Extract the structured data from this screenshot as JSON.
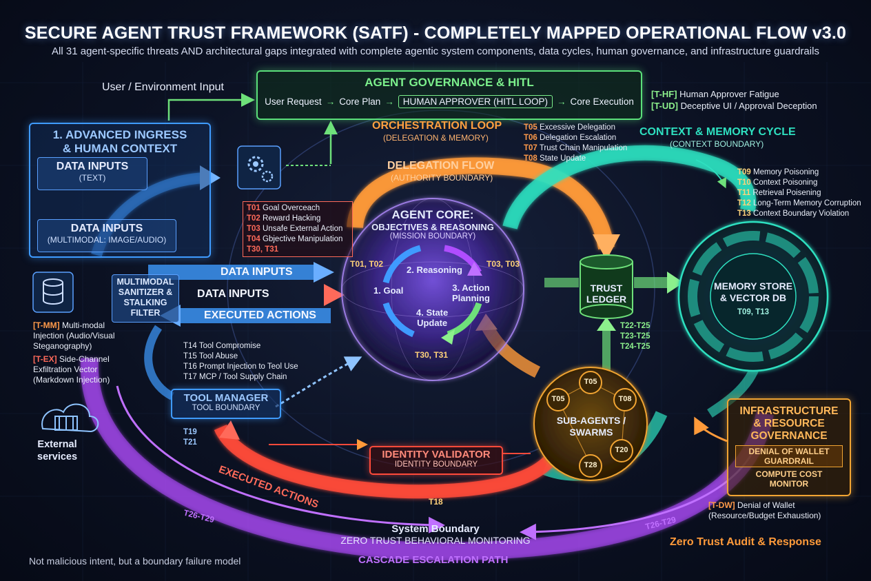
{
  "header": {
    "title": "SECURE AGENT TRUST FRAMEWORK (SATF) - COMPLETELY MAPPED OPERATIONAL FLOW v3.0",
    "subtitle": "All 31 agent-specific threats AND architectural gaps integrated with complete agentic system components, data cycles, human governance, and infrastructure guardrails"
  },
  "user_input_label": "User / Environment Input",
  "governance": {
    "title": "AGENT GOVERNANCE & HITL",
    "steps": [
      "User Request",
      "Core Plan",
      "HUMAN APPROVER (HITL LOOP)",
      "Core Execution"
    ],
    "threats": [
      {
        "code": "[T-HF]",
        "text": "Human Approver Fatigue"
      },
      {
        "code": "[T-UD]",
        "text": "Deceptive UI / Approval Deception"
      }
    ]
  },
  "ingress": {
    "title_line1": "1. ADVANCED INGRESS",
    "title_line2": "& HUMAN CONTEXT",
    "text_box": {
      "title": "DATA INPUTS",
      "sub": "(TEXT)"
    },
    "mm_box": {
      "title": "DATA INPUTS",
      "sub": "(MULTIMODAL: IMAGE/AUDIO)"
    }
  },
  "sanitizer": {
    "line1": "MULTIMODAL",
    "line2": "SANITIZER &",
    "line3": "STALKING",
    "line4": "FILTER"
  },
  "ingress_threats": [
    {
      "code": "[T-MM]",
      "lines": [
        "Multi-modal",
        "Injection (Audio/Visual",
        "Steganography)"
      ]
    },
    {
      "code": "[T-EX]",
      "lines": [
        "Side-Channel",
        "Exfiltration Vector",
        "(Markdown Injection)"
      ]
    }
  ],
  "flows": {
    "data_inputs_blue": "DATA INPUTS",
    "data_inputs_red": "DATA INPUTS",
    "executed_actions": "EXECUTED ACTIONS",
    "executed_actions_bottom": "EXECUTED ACTIONS"
  },
  "orchestration": {
    "title": "ORCHESTRATION LOOP",
    "sub": "(DELEGATION & MEMORY)",
    "threats": [
      {
        "code": "T05",
        "text": "Excessive Delegation"
      },
      {
        "code": "T06",
        "text": "Delegation Escalation"
      },
      {
        "code": "T07",
        "text": "Trust Chain Manipulation"
      },
      {
        "code": "T08",
        "text": "State Update"
      }
    ]
  },
  "delegation_flow": {
    "title": "DELEGATION FLOW",
    "sub": "(AUTHORITY BOUNDARY)"
  },
  "core_threats": [
    {
      "code": "T01",
      "text": "Goal Overceach"
    },
    {
      "code": "T02",
      "text": "Reward Hacking"
    },
    {
      "code": "T03",
      "text": "Unsafe External Action"
    },
    {
      "code": "T04",
      "text": "Gbjective Manipulation"
    },
    {
      "code": "T30, T31",
      "text": ""
    }
  ],
  "agent_core": {
    "title1": "AGENT CORE:",
    "title2": "OBJECTIVES & REASONING",
    "sub": "(MISSION BOUNDARY)",
    "tag_left": "T01, T02",
    "tag_right": "T03, T03",
    "tag_bottom": "T30, T31",
    "steps": {
      "goal": "1. Goal",
      "reasoning": "2. Reasoning",
      "action1": "3. Action",
      "action2": "Planning",
      "state1": "4. State",
      "state2": "Update"
    }
  },
  "tool_threats": [
    {
      "code": "T14",
      "text": "Tool Compromise"
    },
    {
      "code": "T15",
      "text": "Tool Abuse"
    },
    {
      "code": "T16",
      "text": "Prompt Injection to Teol Use"
    },
    {
      "code": "T17",
      "text": "MCP / Tool Supply Chain"
    }
  ],
  "tool_manager": {
    "title": "TOOL MANAGER",
    "sub": "TOOL BOUNDARY",
    "tags": [
      "T19",
      "T21"
    ]
  },
  "external_services": {
    "line1": "External",
    "line2": "services"
  },
  "identity": {
    "title": "IDENTITY VALIDATOR",
    "sub": "IDENTITY BOUNDARY",
    "tag": "T18"
  },
  "trust_ledger": {
    "line1": "TRUST",
    "line2": "LEDGER",
    "tags": [
      "T22-T25",
      "T23-T25",
      "T24-T25"
    ]
  },
  "context_cycle": {
    "title": "CONTEXT & MEMORY CYCLE",
    "sub": "(CONTEXT BOUNDARY)",
    "threats": [
      {
        "code": "T09",
        "text": "Memory Poisoning"
      },
      {
        "code": "T10",
        "text": "Context Poisoning"
      },
      {
        "code": "T11",
        "text": "Retrieval Poisening"
      },
      {
        "code": "T12",
        "text": "Long-Term Memory Corruption"
      },
      {
        "code": "T13",
        "text": "Context Boundary Violation"
      }
    ]
  },
  "memory_store": {
    "line1": "MEMORY STORE",
    "line2": "& VECTOR DB",
    "tag": "T09, T13"
  },
  "sub_agents": {
    "line1": "SUB-AGENTS /",
    "line2": "SWARMS",
    "nodes": [
      "T05",
      "T05",
      "T08",
      "T28",
      "T20"
    ]
  },
  "infrastructure": {
    "title1": "INFRASTRUCTURE",
    "title2": "& RESOURCE",
    "title3": "GOVERNANCE",
    "guard1": "DENIAL OF WALLET",
    "guard2": "GUARDRAIL",
    "monitor1": "COMPUTE COST",
    "monitor2": "MONITOR",
    "threat_code": "[T-DW]",
    "threat_line1": "Denial of Wallet",
    "threat_line2": "(Resource/Budget Exhaustion)"
  },
  "system_boundary": {
    "title": "System Boundary",
    "sub": "ZERO TRUST BEHAVIORAL MONITORING",
    "cascade": "CASCADE ESCALATION PATH",
    "tag_left": "T26-T29",
    "tag_right": "T26-T29"
  },
  "zero_trust_audit": "Zero Trust Audit & Response",
  "footer": "Not malicious intent, but a boundary failure model",
  "colors": {
    "blue": "#3f9bff",
    "orange": "#ff9a3a",
    "green": "#5be07a",
    "teal": "#2ee0c0",
    "purple": "#b04dff",
    "red": "#ff4a3a",
    "gold": "#f2a533"
  }
}
